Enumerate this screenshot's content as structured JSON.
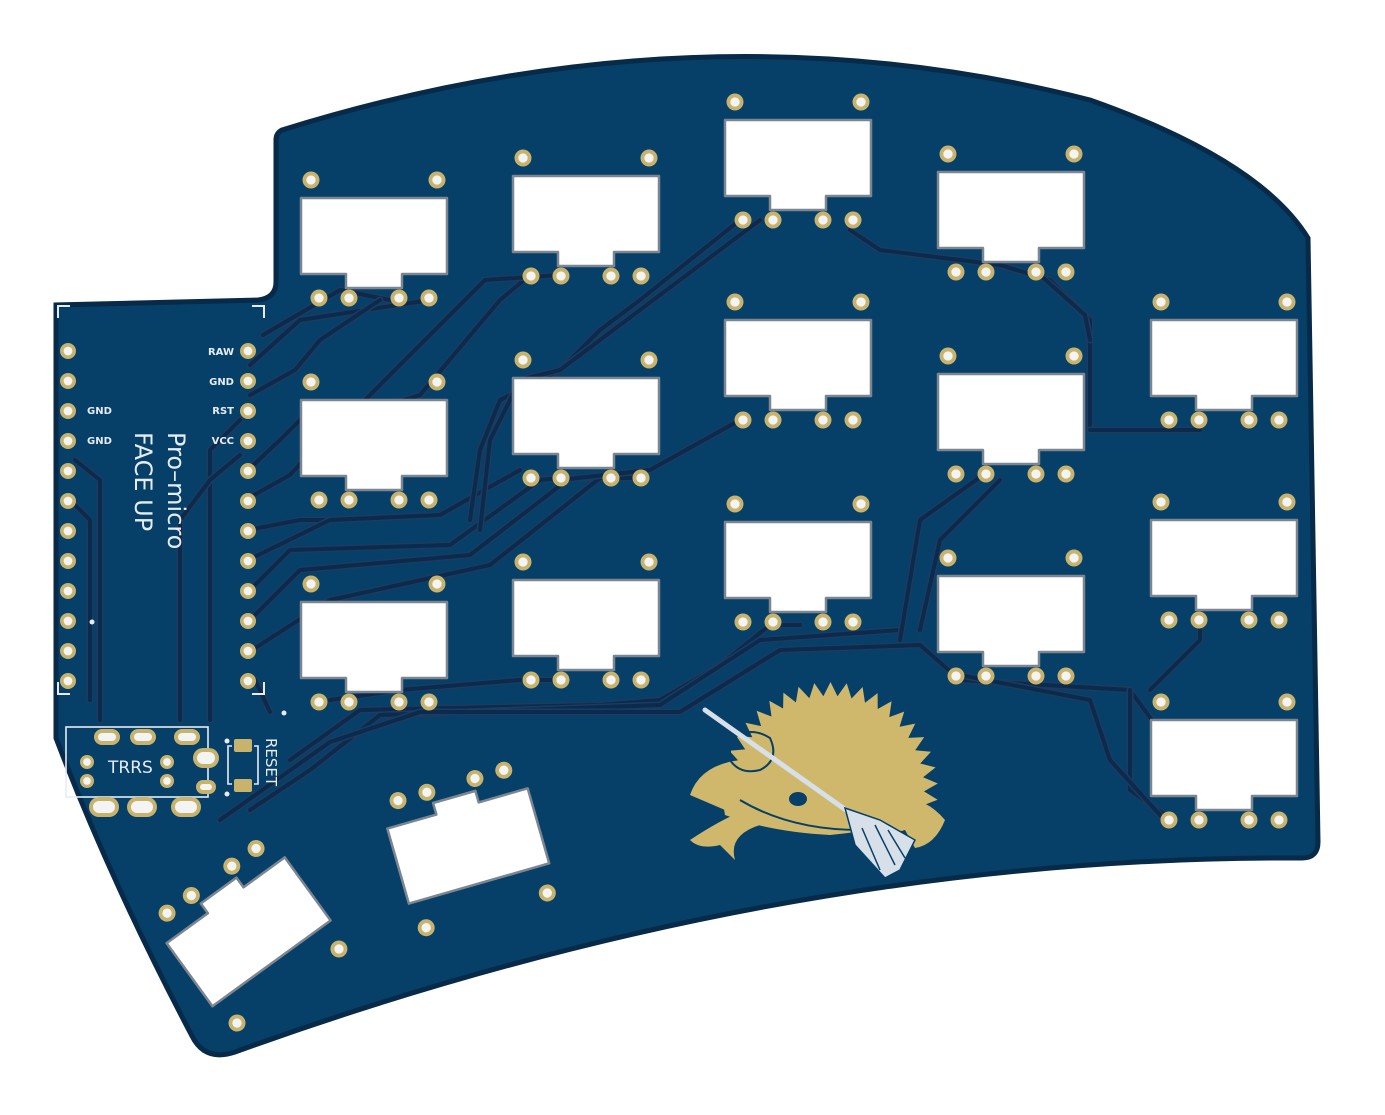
{
  "colors": {
    "substrate": "#063f68",
    "board_edge": "#062a47",
    "trace": "#0a2b4d",
    "trace_edge": "#1d3b5e",
    "copper": "#c8b36d",
    "pad_hole": "#f4f4f4",
    "cutout": "#ffffff",
    "cutout_edge": "#7c8690",
    "silkscreen": "#e6ecf2",
    "logo_gold": "#cfb86c",
    "logo_broom": "#d7dfe8"
  },
  "labels": {
    "promicro_title": "Pro–micro",
    "promicro_subtitle": "FACE UP",
    "pin_raw": "RAW",
    "pin_gnd_right": "GND",
    "pin_rst": "RST",
    "pin_vcc": "VCC",
    "pin_gnd_left_1": "GND",
    "pin_gnd_left_2": "GND",
    "trrs": "TRRS",
    "reset": "RESET"
  },
  "icons": {
    "logo": "crab-with-broom-icon"
  }
}
